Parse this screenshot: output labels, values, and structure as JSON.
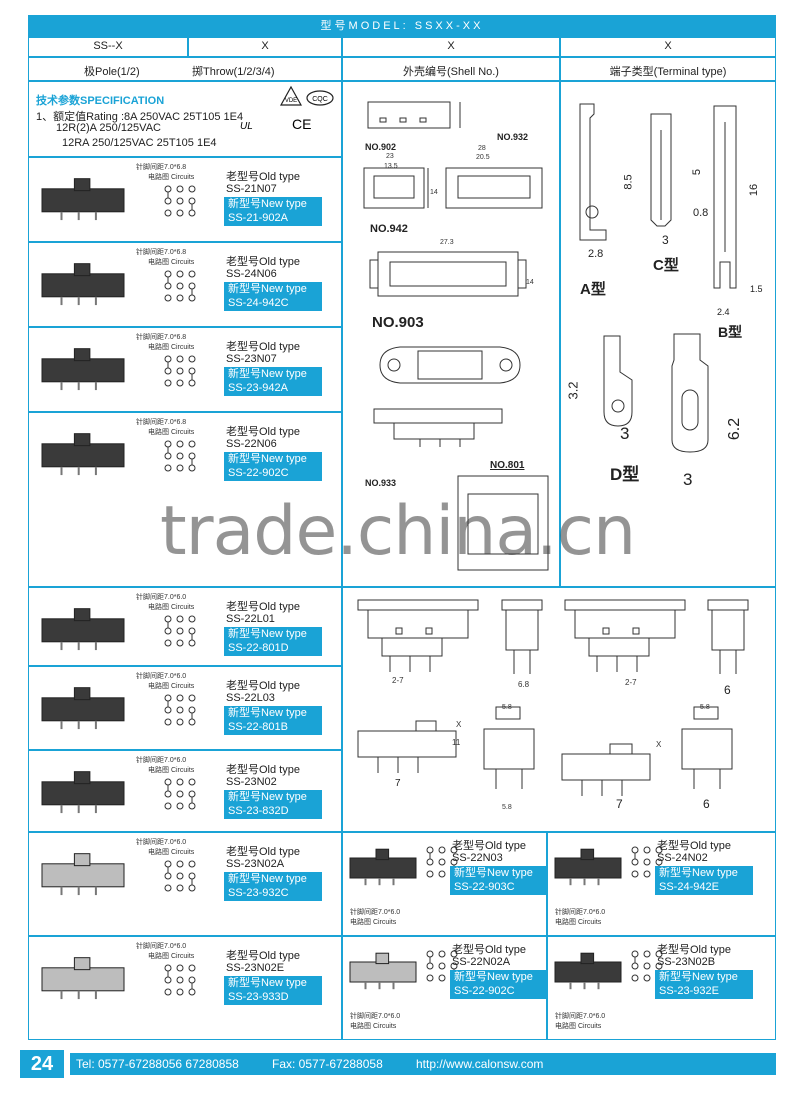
{
  "header": {
    "model": "型号MODEL: SSXX-XX"
  },
  "table_header": {
    "col1": "SS--X",
    "col2": "X",
    "col3": "X",
    "col4": "X",
    "pole": "极Pole(1/2)",
    "throw": "掷Throw(1/2/3/4)",
    "shell": "外壳编号(Shell No.)",
    "terminal": "端子类型(Terminal type)"
  },
  "spec": {
    "title": "技术参数SPECIFICATION",
    "line1": "1、额定值Rating :8A 250VAC 25T105 1E4",
    "line2": "12R(2)A 250/125VAC",
    "line3": "12RA 250/125VAC  25T105 1E4",
    "cert_labels": [
      "VDE",
      "CQC",
      "UL",
      "CE"
    ]
  },
  "common": {
    "pin_pitch_a": "针脚间距7.0*6.8",
    "pin_pitch_b": "针脚间距7.0*6.0",
    "circuits": "电路图 Circuits",
    "old_type": "老型号Old type",
    "new_type": "新型号New type"
  },
  "products": [
    {
      "old": "SS-21N07",
      "new": "SS-21-902A"
    },
    {
      "old": "SS-24N06",
      "new": "SS-24-942C"
    },
    {
      "old": "SS-23N07",
      "new": "SS-23-942A"
    },
    {
      "old": "SS-22N06",
      "new": "SS-22-902C"
    },
    {
      "old": "SS-22L01",
      "new": "SS-22-801D"
    },
    {
      "old": "SS-22L03",
      "new": "SS-22-801B"
    },
    {
      "old": "SS-23N02",
      "new": "SS-23-832D"
    },
    {
      "old": "SS-23N02A",
      "new": "SS-23-932C"
    },
    {
      "old": "SS-22N03",
      "new": "SS-22-903C"
    },
    {
      "old": "SS-24N02",
      "new": "SS-24-942E"
    },
    {
      "old": "SS-23N02E",
      "new": "SS-23-933D"
    },
    {
      "old": "SS-22N02A",
      "new": "SS-22-902C"
    },
    {
      "old": "SS-23N02B",
      "new": "SS-23-932E"
    }
  ],
  "shells": {
    "no902": "NO.902",
    "no932": "NO.932",
    "no942": "NO.942",
    "no903": "NO.903",
    "no933": "NO.933",
    "no801": "NO.801",
    "dims": {
      "d23": "23",
      "d135": "13.5",
      "d14": "14",
      "d28": "28",
      "d205": "20.5",
      "d273": "27.3",
      "d14b": "14"
    }
  },
  "terminals": {
    "a": "A型",
    "b": "B型",
    "c": "C型",
    "d": "D型",
    "dims": {
      "d85": "8.5",
      "d5": "5",
      "d16": "16",
      "d08": "0.8",
      "d3": "3",
      "d28": "2.8",
      "d24": "2.4",
      "d15": "1.5",
      "d32": "3.2",
      "d62": "6.2",
      "d3b": "3",
      "d3c": "3"
    }
  },
  "drawings_lower": {
    "d27a": "2-7",
    "d68": "6.8",
    "d27b": "2-7",
    "d6": "6",
    "d58": "5.8",
    "d58b": "5.8",
    "d7a": "7",
    "d7b": "7",
    "d58c": "5.8",
    "d6b": "6",
    "d11": "11",
    "x1": "X",
    "x2": "X"
  },
  "footer": {
    "page": "24",
    "tel": "Tel: 0577-67288056  67280858",
    "fax": "Fax: 0577-67288058",
    "web": "http://www.calonsw.com"
  },
  "watermark": "trade.china.cn"
}
